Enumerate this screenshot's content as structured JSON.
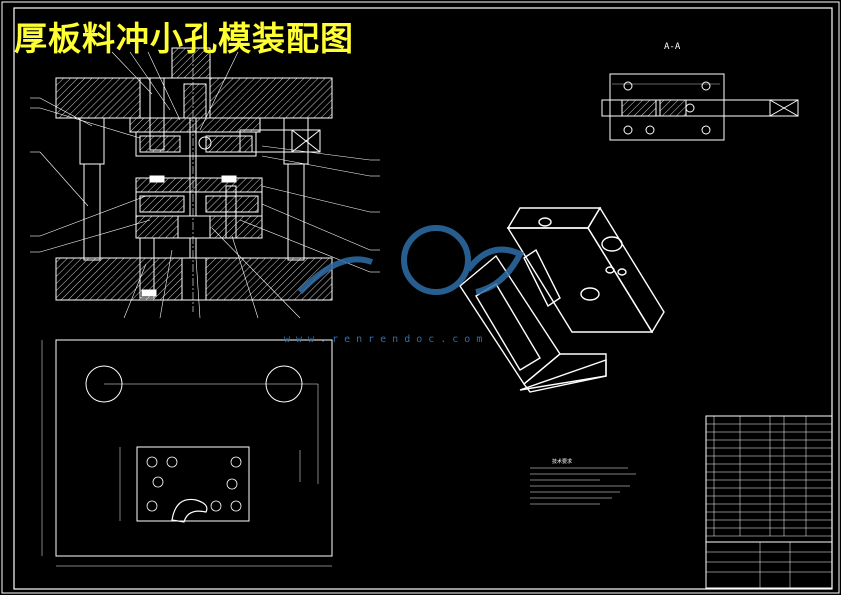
{
  "drawing": {
    "title": "厚板料冲小孔模装配图",
    "section_label": "A-A",
    "tech_req_heading": "技术要求",
    "watermark": "www.renrendoc.com"
  },
  "colors": {
    "background": "#000000",
    "line": "#ffffff",
    "title": "#ffff33",
    "watermark": "#2f6fa8"
  }
}
